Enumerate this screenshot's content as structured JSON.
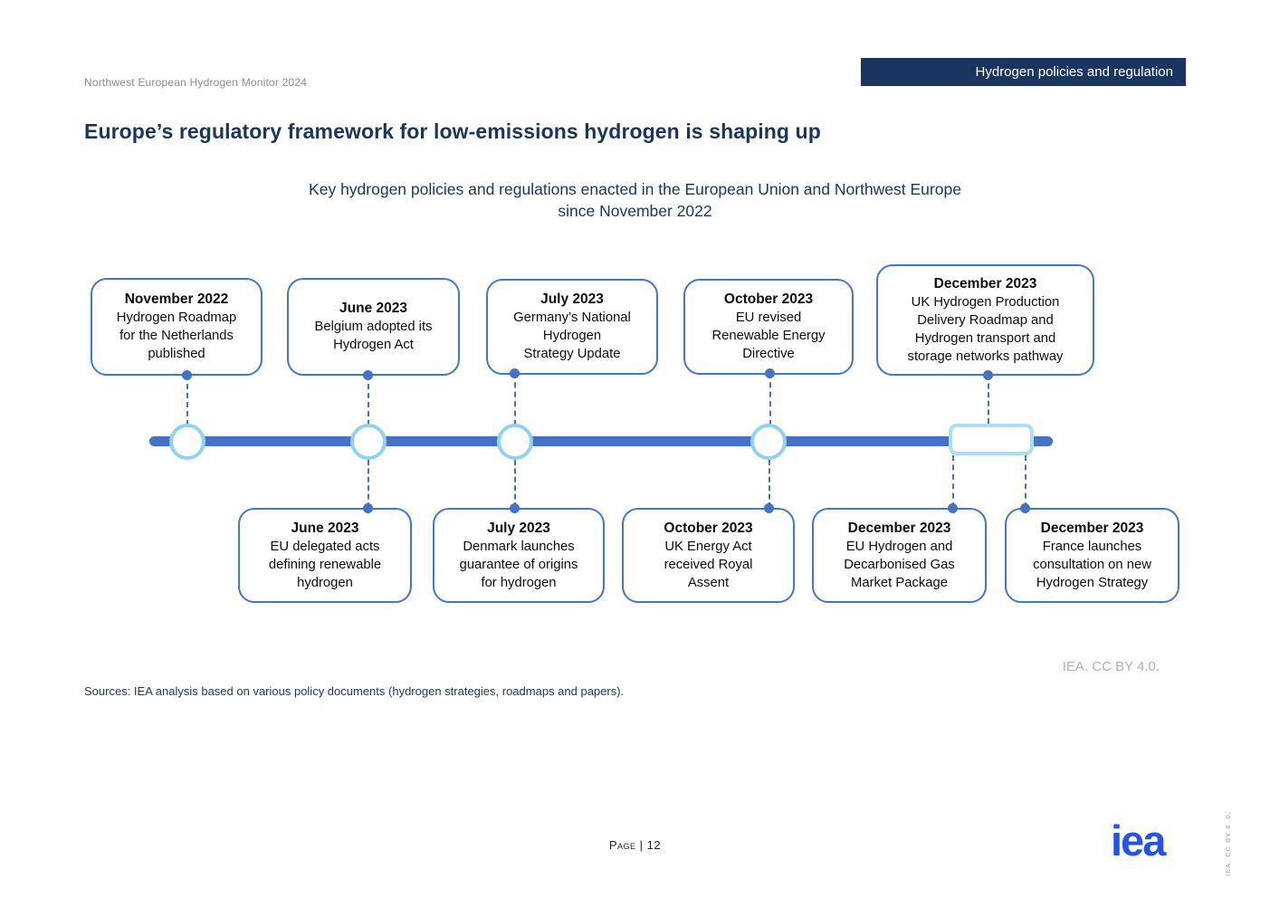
{
  "page": {
    "header_meta": "Northwest European Hydrogen Monitor 2024",
    "section_badge": "Hydrogen policies and regulation",
    "title": "Europe’s regulatory framework for low-emissions hydrogen is shaping up",
    "subtitle": "Key hydrogen policies and regulations enacted in the European Union and Northwest Europe\nsince November 2022",
    "license": "IEA. CC BY 4.0.",
    "sources": "Sources: IEA analysis based on various policy documents (hydrogen strategies, roadmaps and papers).",
    "page_number": "Page | 12",
    "logo_text": "iea",
    "vertical_license": "IEA. CC BY 4 .0."
  },
  "timeline": {
    "events_top": [
      {
        "date": "November 2022",
        "desc": "Hydrogen Roadmap\nfor the Netherlands\npublished"
      },
      {
        "date": "June 2023",
        "desc": "Belgium adopted its\nHydrogen Act"
      },
      {
        "date": "July 2023",
        "desc": "Germany’s National\nHydrogen\nStrategy Update"
      },
      {
        "date": "October 2023",
        "desc": "EU revised\nRenewable Energy\nDirective"
      },
      {
        "date": "December 2023",
        "desc": "UK Hydrogen Production\nDelivery Roadmap and\nHydrogen transport and\nstorage networks pathway"
      }
    ],
    "events_bottom": [
      {
        "date": "June 2023",
        "desc": "EU delegated acts\ndefining renewable\nhydrogen"
      },
      {
        "date": "July 2023",
        "desc": "Denmark launches\nguarantee of origins\nfor hydrogen"
      },
      {
        "date": "October 2023",
        "desc": "UK Energy Act\nreceived Royal\nAssent"
      },
      {
        "date": "December 2023",
        "desc": "EU Hydrogen and\nDecarbonised Gas\nMarket Package"
      },
      {
        "date": "December 2023",
        "desc": "France launches\nconsultation on new\nHydrogen Strategy"
      }
    ],
    "colors": {
      "navy": "#17375d",
      "badge_bg": "#1b3561",
      "timeline_bar": "#4472c4",
      "node_ring": "#8fd2f2",
      "box_border": "#4377cf",
      "logo_blue": "#2353e9"
    }
  }
}
